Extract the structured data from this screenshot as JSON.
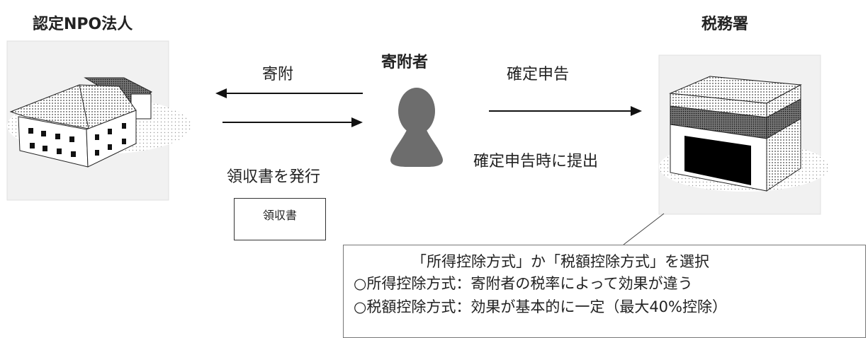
{
  "parties": {
    "npo": "認定NPO法人",
    "tax_office": "税務署",
    "donor": "寄附者"
  },
  "flows": {
    "donation": "寄附",
    "receipt_issue": "領収書を発行",
    "tax_filing": "確定申告",
    "submit_at_filing": "確定申告時に提出"
  },
  "receipt": {
    "label": "領収書"
  },
  "note": {
    "heading": "「所得控除方式」か「税額控除方式」を選択",
    "line1": "○所得控除方式：寄附者の税率によって効果が違う",
    "line2": "○税額控除方式：効果が基本的に一定（最大40%控除）"
  }
}
